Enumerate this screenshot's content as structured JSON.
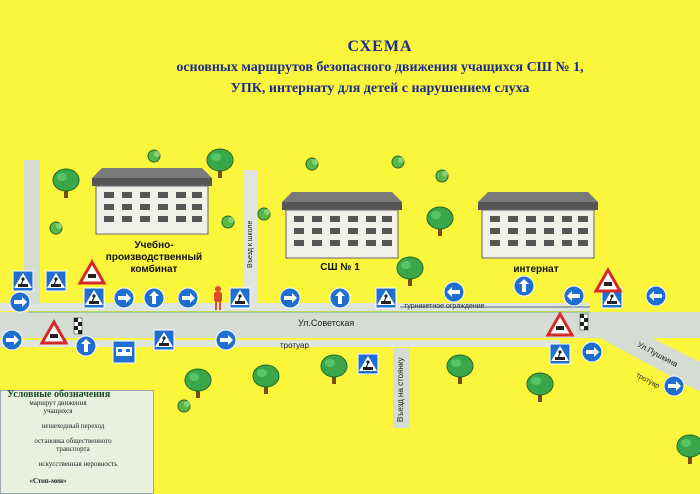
{
  "title": {
    "line1": "СХЕМА",
    "line2": "основных маршрутов безопасного движения учащихся СШ № 1,",
    "line3": "УПК, интернату для детей с нарушением слуха"
  },
  "buildings": {
    "combine": "Учебно-производственный комбинат",
    "school": "СШ № 1",
    "internat": "интернат"
  },
  "streets": {
    "main": "Ул.Советская",
    "sidewalk_bottom": "тротуар",
    "pushkina": "Ул.Пушкина",
    "sidewalk_right": "тротуар",
    "fence": "турникетное ограждение",
    "school_entry": "Въезд к школе",
    "parking_entry": "Въезд на стоянку"
  },
  "legend": {
    "title": "Условные обозначения",
    "items": [
      "маршрут движения учащихся",
      "нешеходный переход",
      "остановка общественного транспорта",
      "искусственная неровность",
      "«Стоп-мен»"
    ]
  },
  "colors": {
    "background": "#fbf53c",
    "road": "#d4dcd4",
    "sign_blue": "#1f6fd0",
    "title": "#1a2d8c"
  }
}
